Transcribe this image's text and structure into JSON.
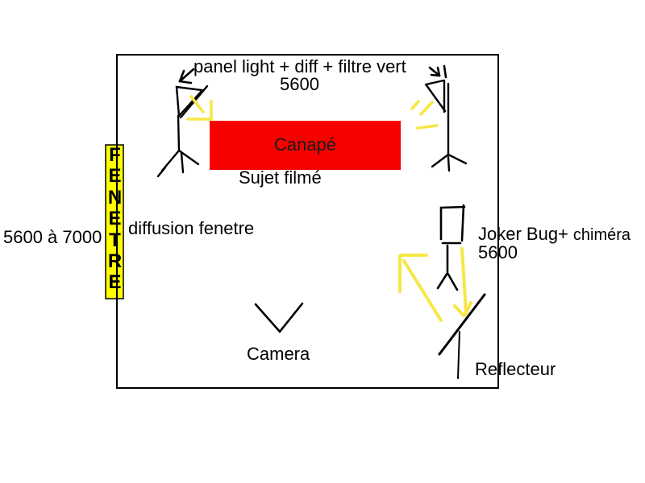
{
  "colors": {
    "window_fill": "#FFFF00",
    "couch_fill": "#F70000",
    "ray_yellow": "#F7E744",
    "ink": "#000000"
  },
  "top_label": {
    "line1": "panel light + diff + filtre vert",
    "line2": "5600"
  },
  "window": {
    "vertical_label": "FENETRE",
    "color_temp": "5600 à 7000",
    "diffusion": "diffusion fenetre"
  },
  "couch": {
    "label": "Canapé",
    "caption": "Sujet filmé"
  },
  "camera": {
    "label": "Camera"
  },
  "joker_light": {
    "name": "Joker Bug+",
    "modifier": "chiméra",
    "color_temp": "5600"
  },
  "reflector": {
    "label": "Reflecteur"
  }
}
